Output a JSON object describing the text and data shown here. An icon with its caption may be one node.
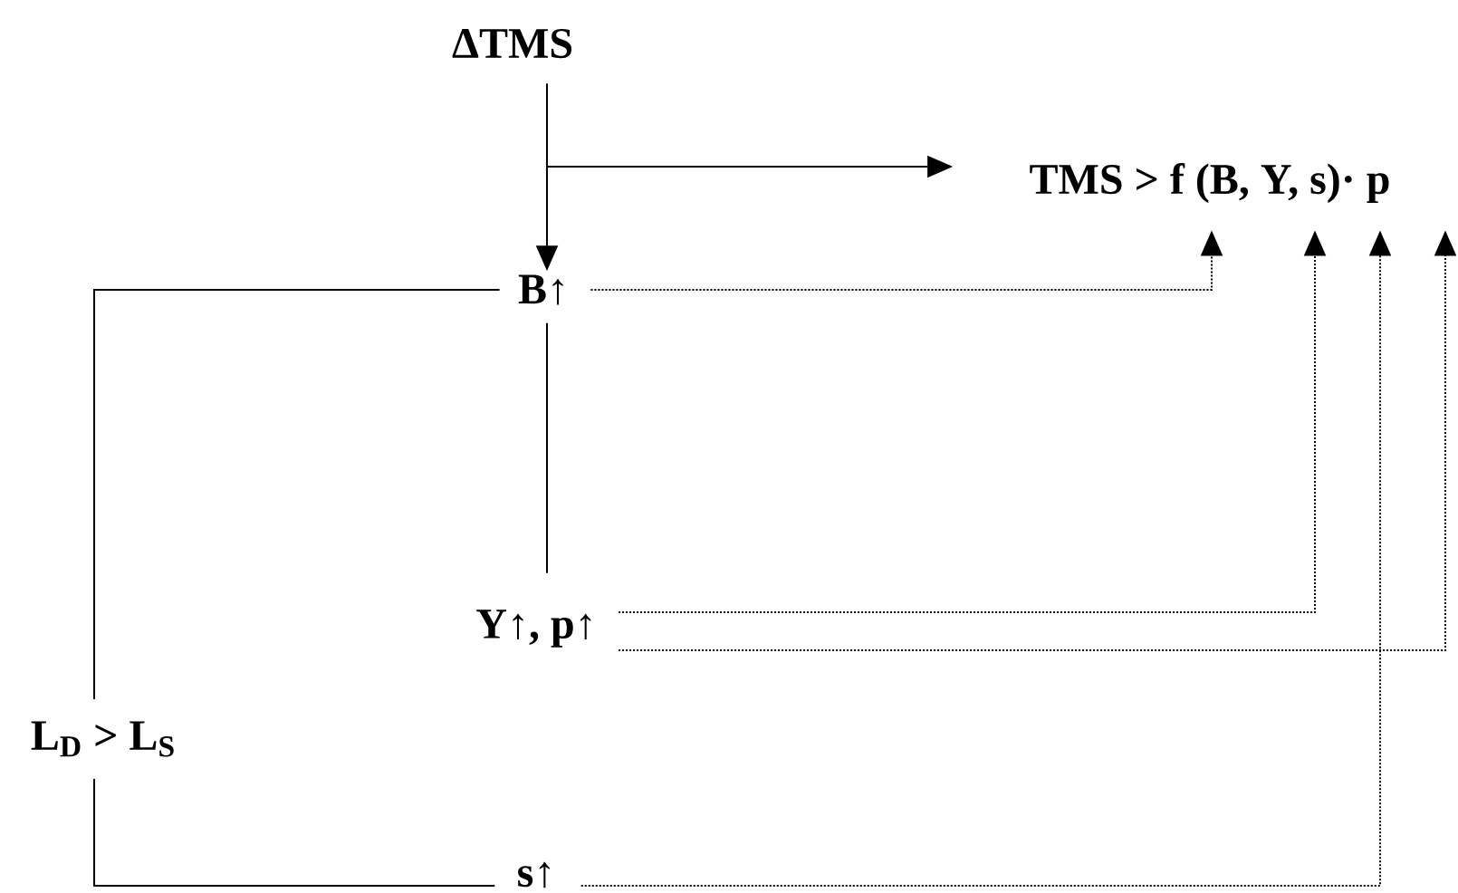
{
  "diagram": {
    "nodes": [
      {
        "text": [
          "ΔTMS"
        ]
      },
      {
        "text": [
          "TMS > f (B,  Y,  s)· p"
        ]
      },
      {
        "text": [
          "B↑"
        ]
      },
      {
        "text": [
          "Y↑, p↑"
        ]
      },
      {
        "text": [
          "L$_{D}$ > L$_{S}$"
        ]
      },
      {
        "text": [
          "s↑"
        ]
      }
    ],
    "edges": [
      {
        "from": 0,
        "to": 2,
        "arrow": "to"
      },
      {
        "from": 0,
        "to": 1,
        "arrow": "to"
      },
      {
        "from": 2,
        "to": 1,
        "arrow": "to",
        "style": "dashed"
      },
      {
        "from": 3,
        "to": 1,
        "arrow": "to",
        "style": "dashed"
      },
      {
        "from": 3,
        "to": 1,
        "arrow": "to",
        "style": "dashed"
      },
      {
        "from": 5,
        "to": 1,
        "arrow": "to",
        "style": "dashed"
      },
      {
        "from": 2,
        "to": 3,
        "arrow": "none"
      },
      {
        "from": 2,
        "to": 4,
        "arrow": "none"
      },
      {
        "from": 4,
        "to": 5,
        "arrow": "none"
      }
    ]
  }
}
